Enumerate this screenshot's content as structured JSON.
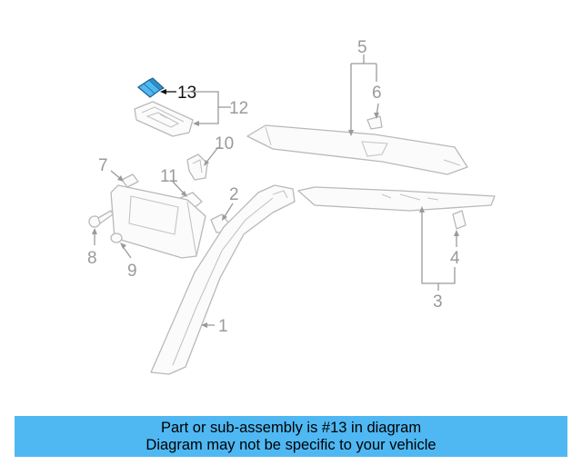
{
  "diagram": {
    "callouts": {
      "c1": "1",
      "c2": "2",
      "c3": "3",
      "c4": "4",
      "c5": "5",
      "c6": "6",
      "c7": "7",
      "c8": "8",
      "c9": "9",
      "c10": "10",
      "c11": "11",
      "c12": "12",
      "c13": "13"
    },
    "highlight_color": "#4fb8f3",
    "highlighted_part": "13"
  },
  "banner": {
    "line1": "Part or sub-assembly is #13 in diagram",
    "line2": "Diagram may not be specific to your vehicle",
    "background": "#4fb8f3"
  }
}
